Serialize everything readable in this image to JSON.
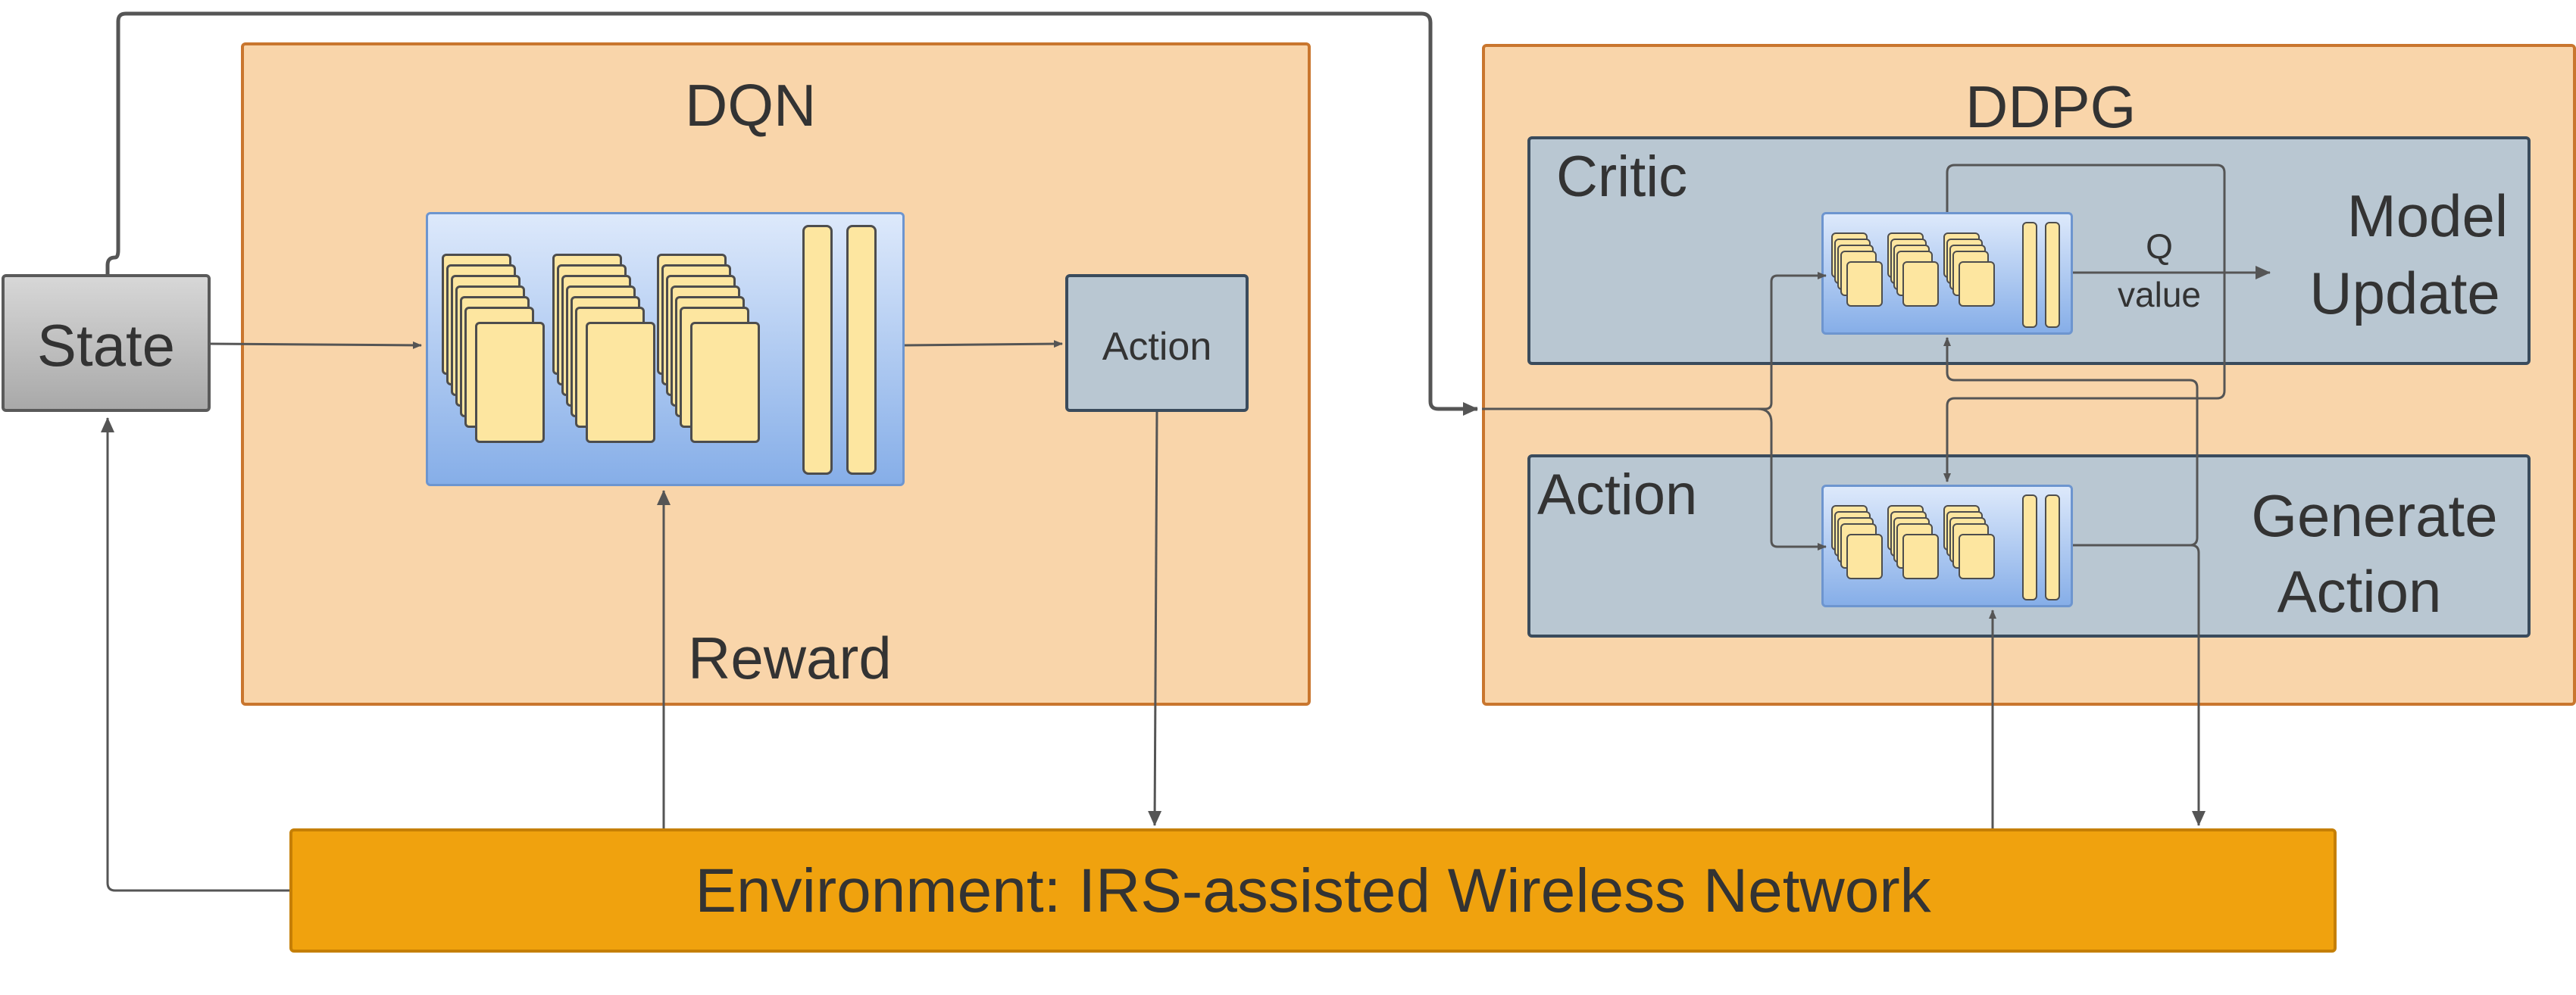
{
  "state": {
    "label": "State"
  },
  "dqn": {
    "title": "DQN",
    "action_label": "Action",
    "reward_label": "Reward"
  },
  "ddpg": {
    "title": "DDPG",
    "critic": {
      "title": "Critic",
      "q_label": "Q",
      "value_label": "value",
      "output_line1": "Model",
      "output_line2": "Update"
    },
    "actor": {
      "title": "Action",
      "output_line1": "Generate",
      "output_line2": "Action"
    }
  },
  "environment": {
    "label": "Environment: IRS-assisted Wireless Network"
  },
  "colors": {
    "panel_fill": "#f9d5aa",
    "panel_border": "#c9762e",
    "subpanel_fill": "#b9c7d2",
    "environment_fill": "#f0a20e",
    "card_fill": "#fde6a0",
    "network_gradient_top": "#dde9fb",
    "network_gradient_bottom": "#86aee8",
    "arrow": "#555555"
  }
}
